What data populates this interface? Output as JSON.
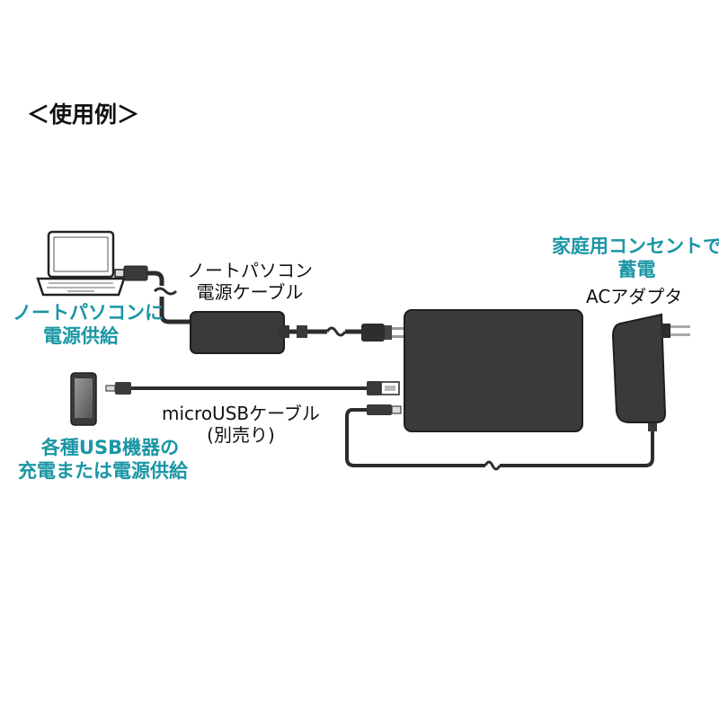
{
  "heading": "＜使用例＞",
  "labels": {
    "laptop_power": [
      "ノートパソコンに",
      "電源供給"
    ],
    "laptop_cable": [
      "ノートパソコン",
      "電源ケーブル"
    ],
    "usb_devices": [
      "各種USB機器の",
      "充電または電源供給"
    ],
    "micro_usb_cable": [
      "microUSBケーブル",
      "(別売り)"
    ],
    "home_outlet": [
      "家庭用コンセントで",
      "蓄電"
    ],
    "ac_adapter": [
      "ACアダプタ"
    ]
  },
  "colors": {
    "accent": "#1a96a4",
    "device_dark": "#3a3a3a",
    "cable": "#2c2c2c"
  },
  "icons": [
    "laptop-icon",
    "smartphone-icon",
    "battery-icon",
    "ac-adapter-icon",
    "power-brick-icon",
    "plug-icon",
    "usb-a-connector-icon",
    "micro-usb-connector-icon",
    "dc-plug-icon"
  ]
}
